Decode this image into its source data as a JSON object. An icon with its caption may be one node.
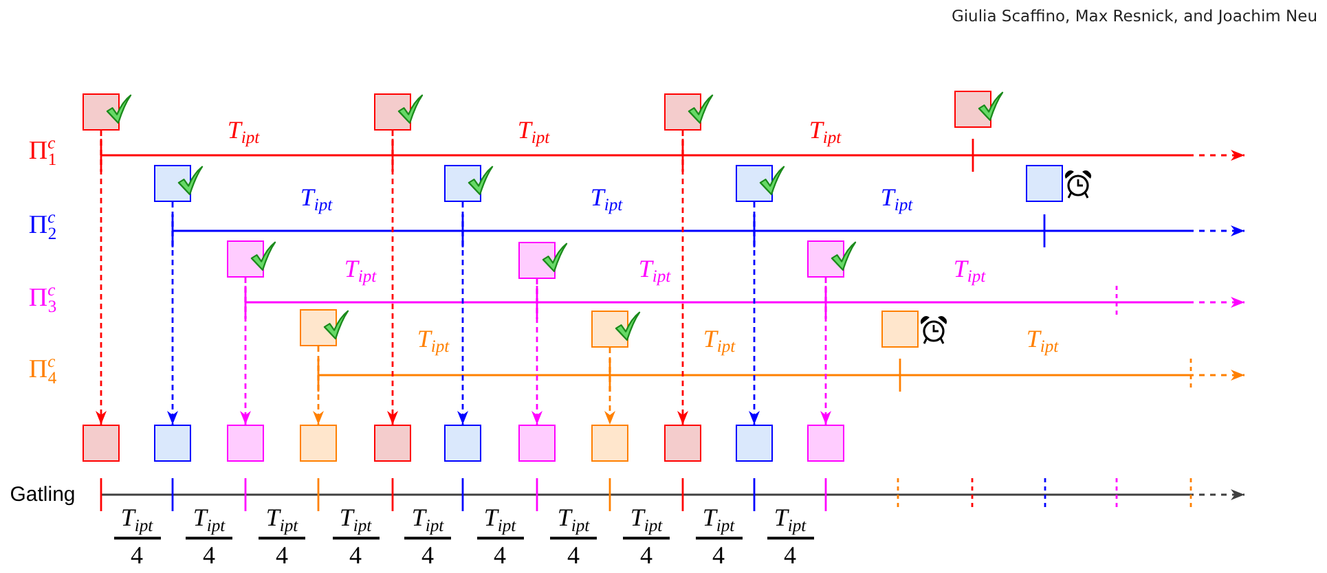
{
  "diagram": {
    "nodes": [
      {
        "text": [],
        "shape": "box"
      },
      {
        "text": [],
        "shape": "box"
      },
      {
        "text": [],
        "shape": "box"
      },
      {
        "text": [],
        "shape": "box"
      },
      {
        "text": [],
        "shape": "box"
      },
      {
        "text": [],
        "shape": "box"
      },
      {
        "text": [],
        "shape": "box"
      },
      {
        "text": [],
        "shape": "box"
      },
      {
        "text": [],
        "shape": "box"
      },
      {
        "text": [],
        "shape": "box"
      },
      {
        "text": [],
        "shape": "box"
      },
      {
        "text": [],
        "shape": "box"
      },
      {
        "text": [],
        "shape": "box"
      },
      {
        "text": [],
        "shape": "box"
      },
      {
        "text": [],
        "shape": "box"
      },
      {
        "text": [],
        "shape": "box"
      },
      {
        "text": [],
        "shape": "box"
      },
      {
        "text": [],
        "shape": "box"
      },
      {
        "text": [],
        "shape": "box"
      },
      {
        "text": [],
        "shape": "box"
      },
      {
        "text": [],
        "shape": "box"
      },
      {
        "text": [],
        "shape": "box"
      },
      {
        "text": [],
        "shape": "box"
      },
      {
        "text": [],
        "shape": "box"
      },
      {
        "text": [],
        "shape": "box"
      }
    ],
    "edges": [
      {
        "from": 0,
        "to": 14,
        "arrow": "to",
        "style": "dashed",
        "color": "#ff0000"
      },
      {
        "from": 4,
        "to": 15,
        "arrow": "to",
        "style": "dashed",
        "color": "#0000ff"
      },
      {
        "from": 8,
        "to": 16,
        "arrow": "to",
        "style": "dashed",
        "color": "#ff00ff"
      },
      {
        "from": 11,
        "to": 17,
        "arrow": "to",
        "style": "dashed",
        "color": "#ff8000"
      },
      {
        "from": 1,
        "to": 18,
        "arrow": "to",
        "style": "dashed",
        "color": "#ff0000"
      },
      {
        "from": 5,
        "to": 19,
        "arrow": "to",
        "style": "dashed",
        "color": "#0000ff"
      },
      {
        "from": 9,
        "to": 20,
        "arrow": "to",
        "style": "dashed",
        "color": "#ff00ff"
      },
      {
        "from": 12,
        "to": 21,
        "arrow": "to",
        "style": "dashed",
        "color": "#ff8000"
      },
      {
        "from": 2,
        "to": 22,
        "arrow": "to",
        "style": "dashed",
        "color": "#ff0000"
      },
      {
        "from": 6,
        "to": 23,
        "arrow": "to",
        "style": "dashed",
        "color": "#0000ff"
      },
      {
        "from": 10,
        "to": 24,
        "arrow": "to",
        "style": "dashed",
        "color": "#ff00ff"
      }
    ],
    "labels": [
      "Giulia Scaffino, Max Resnick, and Joachim Neu",
      "Π$^{c}$$_{1}$",
      "T$_{ipt}$",
      "T$_{ipt}$",
      "T$_{ipt}$",
      "Π$^{c}$$_{2}$",
      "T$_{ipt}$",
      "T$_{ipt}$",
      "T$_{ipt}$",
      "Π$^{c}$$_{3}$",
      "T$_{ipt}$",
      "T$_{ipt}$",
      "T$_{ipt}$",
      "Π$^{c}$$_{4}$",
      "T$_{ipt}$",
      "T$_{ipt}$",
      "T$_{ipt}$",
      "Gatling",
      "T$_{ipt}$",
      "4",
      "T$_{ipt}$",
      "4",
      "T$_{ipt}$",
      "4",
      "T$_{ipt}$",
      "4",
      "T$_{ipt}$",
      "4",
      "T$_{ipt}$",
      "4",
      "T$_{ipt}$",
      "4",
      "T$_{ipt}$",
      "4",
      "T$_{ipt}$",
      "4",
      "T$_{ipt}$",
      "4"
    ]
  }
}
